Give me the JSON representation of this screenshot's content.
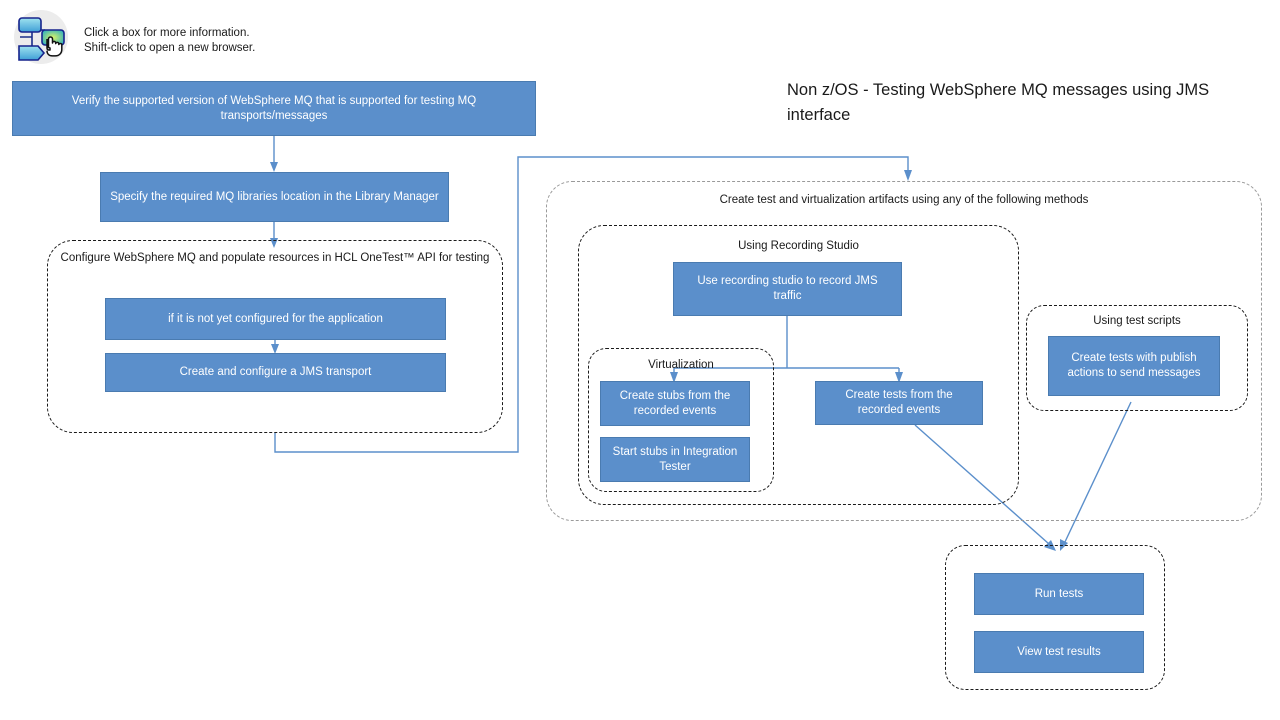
{
  "legend": {
    "icon": "flowchart-click-icon",
    "text": "Click a box for more information.\nShift-click to open a new browser."
  },
  "title": "Non z/OS - Testing WebSphere MQ messages using JMS interface",
  "colors": {
    "box_fill": "#5B8FCB",
    "box_border": "#4a7bb0",
    "box_text": "#ffffff",
    "connector": "#5B8FCB",
    "group_border": "#1a1a1a",
    "group_border_soft": "#9a9a9a",
    "background": "#ffffff"
  },
  "nodes": {
    "verify_version": "Verify the supported version of WebSphere MQ that is supported for testing MQ transports/messages",
    "specify_libraries": "Specify the required MQ libraries location in the Library Manager",
    "not_yet_configured": "if it is not yet configured for the application",
    "create_jms_transport": "Create and configure a JMS transport",
    "use_recording_studio": "Use recording studio to record JMS traffic",
    "create_stubs": "Create stubs from the recorded events",
    "start_stubs": "Start stubs in Integration Tester",
    "create_tests_recorded": "Create tests from the recorded events",
    "create_tests_publish": "Create tests with publish actions to send messages",
    "run_tests": "Run tests",
    "view_test_results": "View test results"
  },
  "groups": {
    "configure_mq": "Configure WebSphere MQ and populate resources in HCL OneTest™ API for testing",
    "create_artifacts": "Create test and virtualization artifacts using any of the following methods",
    "using_recording_studio": "Using Recording Studio",
    "virtualization": "Virtualization",
    "using_test_scripts": "Using test scripts",
    "results_group": ""
  }
}
